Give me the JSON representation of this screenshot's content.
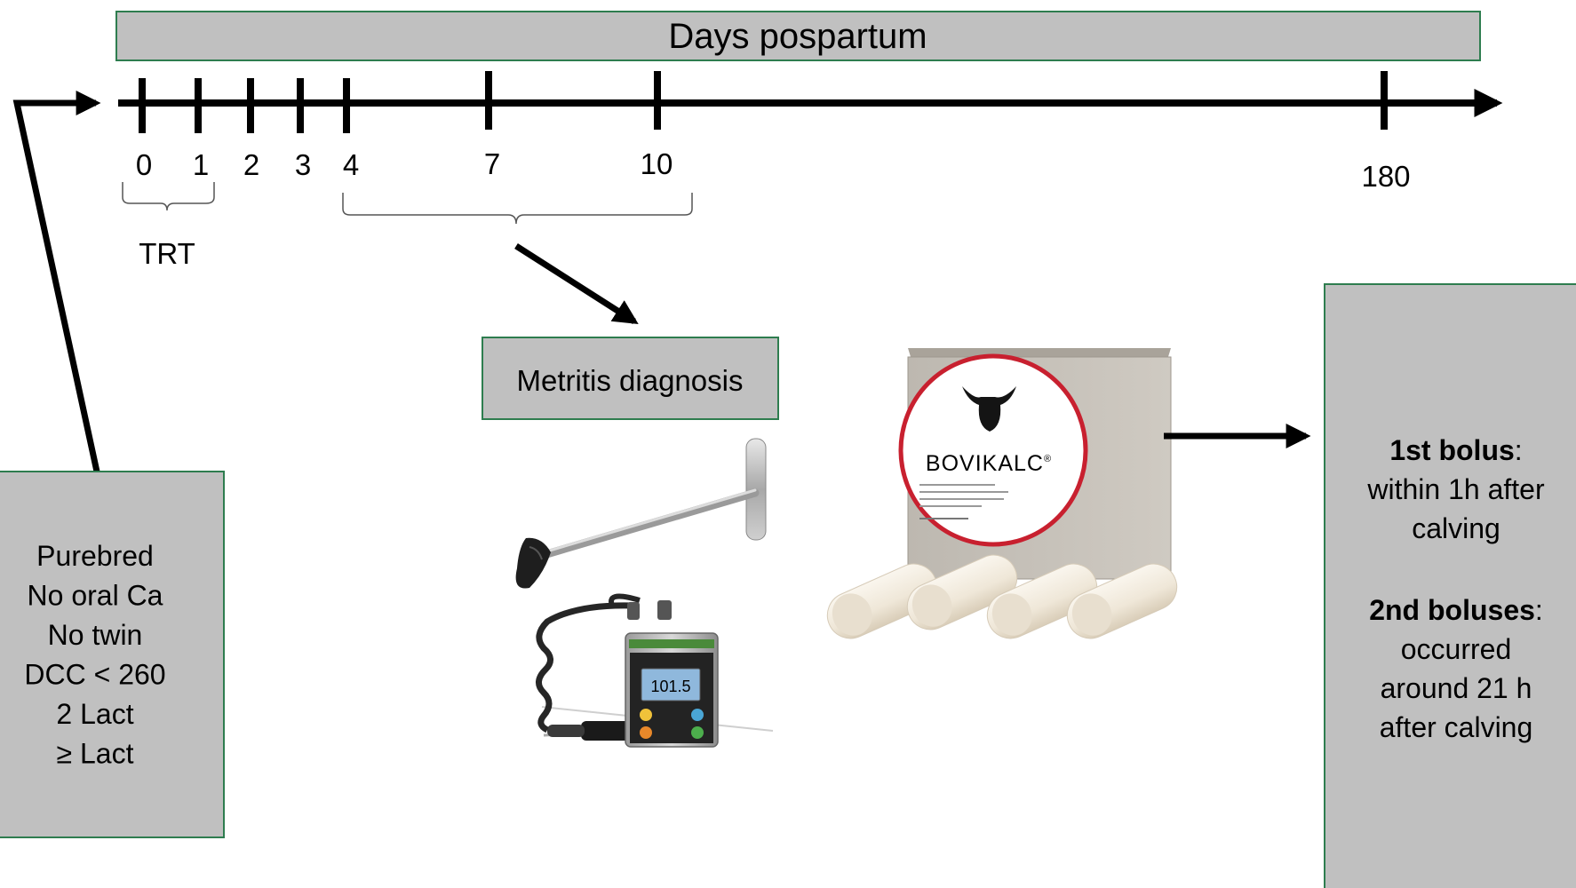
{
  "header": {
    "title": "Days pospartum"
  },
  "timeline": {
    "ticks": [
      "0",
      "1",
      "2",
      "3",
      "4",
      "7",
      "10",
      "180"
    ]
  },
  "trt_label": "TRT",
  "metritis_box": {
    "label": "Metritis diagnosis"
  },
  "product": {
    "brand": "BOVIKALC",
    "registered_mark": "®"
  },
  "device": {
    "display": "101.5"
  },
  "criteria": {
    "lines": [
      "Purebred",
      "No oral Ca",
      "No twin",
      "DCC < 260",
      "2 Lact",
      "≥ Lact"
    ]
  },
  "bolus_info": {
    "first_title": "1st  bolus",
    "first_sep": ":",
    "first_lines": [
      "within 1h after",
      "calving"
    ],
    "second_title": "2nd boluses",
    "second_sep": ":",
    "second_lines": [
      "occurred",
      "around 21 h",
      "after calving"
    ]
  },
  "colors": {
    "box_fill": "#c0c0c0",
    "box_border": "#2e7d4f",
    "line": "#000000",
    "brand_ring": "#c8202f"
  }
}
